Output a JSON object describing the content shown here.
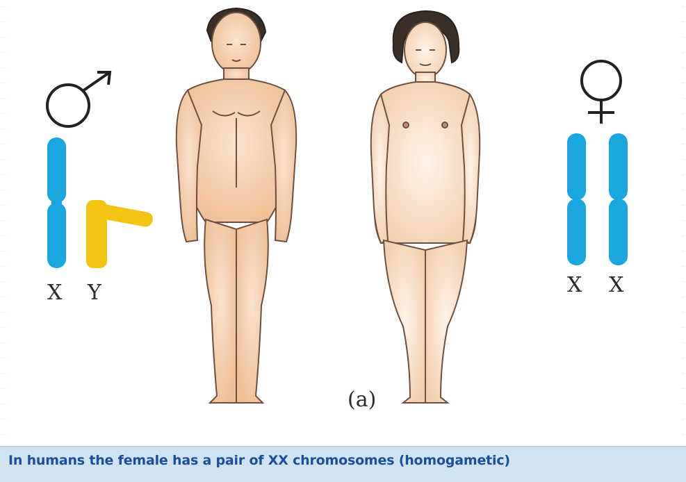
{
  "labels": {
    "male_x": "X",
    "male_y": "Y",
    "female_x1": "X",
    "female_x2": "X",
    "figure": "(a)"
  },
  "caption": "In humans the female has a pair of XX chromosomes (homogametic)",
  "colors": {
    "x_chromosome": "#1aa7e0",
    "y_chromosome": "#f3c414",
    "skin": "#f2c7a0",
    "skin_light": "#fbe4cf",
    "caption_bg": "#cfe3f1",
    "caption_text": "#1b4f9c"
  }
}
